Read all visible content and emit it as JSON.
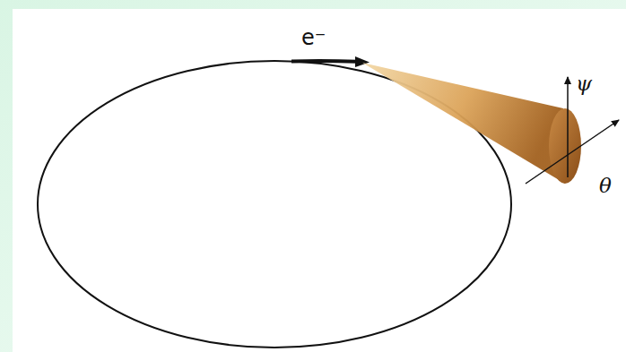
{
  "diagram": {
    "labels": [
      "e⁻",
      "ψ",
      "θ"
    ]
  }
}
